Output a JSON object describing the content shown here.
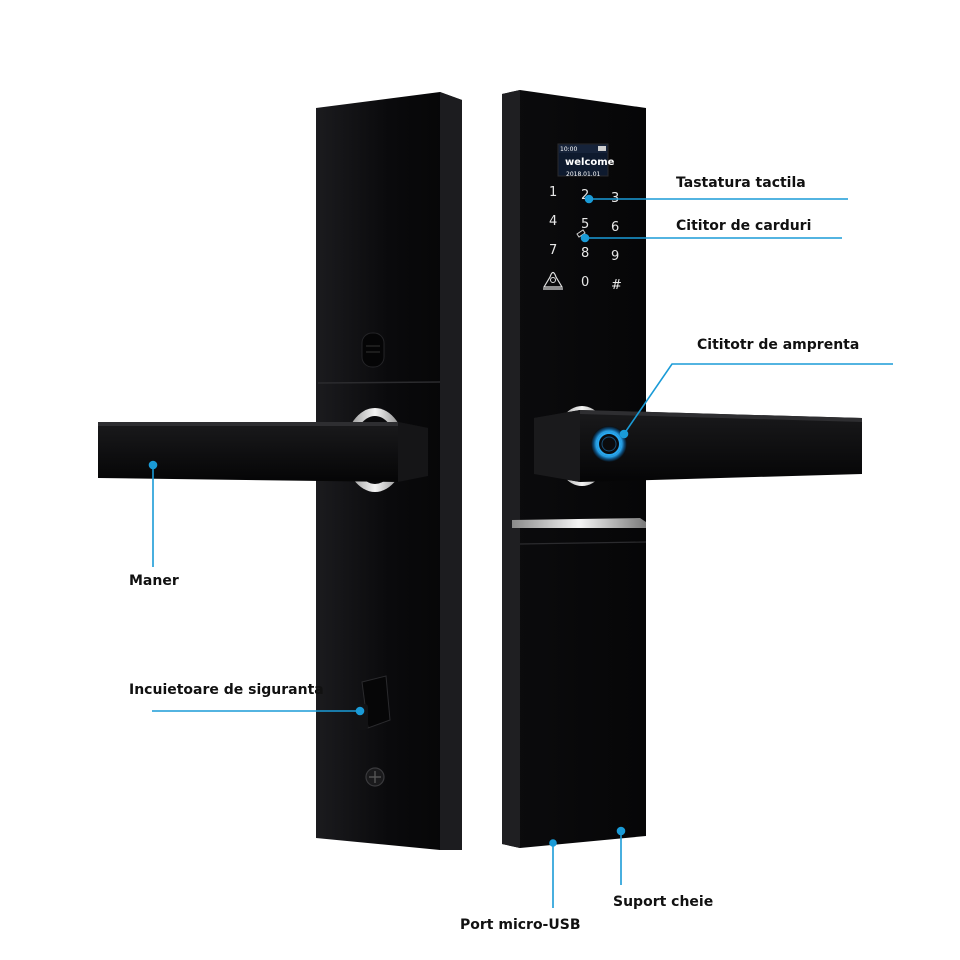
{
  "labels": {
    "touch_keypad": "Tastatura tactila",
    "card_reader": "Cititor de carduri",
    "fingerprint_reader": "Cititotr de amprenta",
    "handle": "Maner",
    "safety_lock": "Incuietoare de siguranta",
    "key_support": "Suport cheie",
    "micro_usb_port": "Port micro-USB"
  },
  "screen": {
    "time": "10:00",
    "message": "welcome",
    "date": "2018.01.01"
  },
  "keypad": [
    "1",
    "2",
    "3",
    "4",
    "5",
    "6",
    "7",
    "8",
    "9",
    "0",
    "#"
  ],
  "colors": {
    "callout": "#1a9bd7",
    "body": "#0c0c0e",
    "background": "#ffffff",
    "fingerprint_ring": "#2aa8f0"
  },
  "icons": [
    "bell-icon",
    "fingerprint-icon",
    "keyhole-icon",
    "screw-icon",
    "thumb-turn-icon"
  ]
}
